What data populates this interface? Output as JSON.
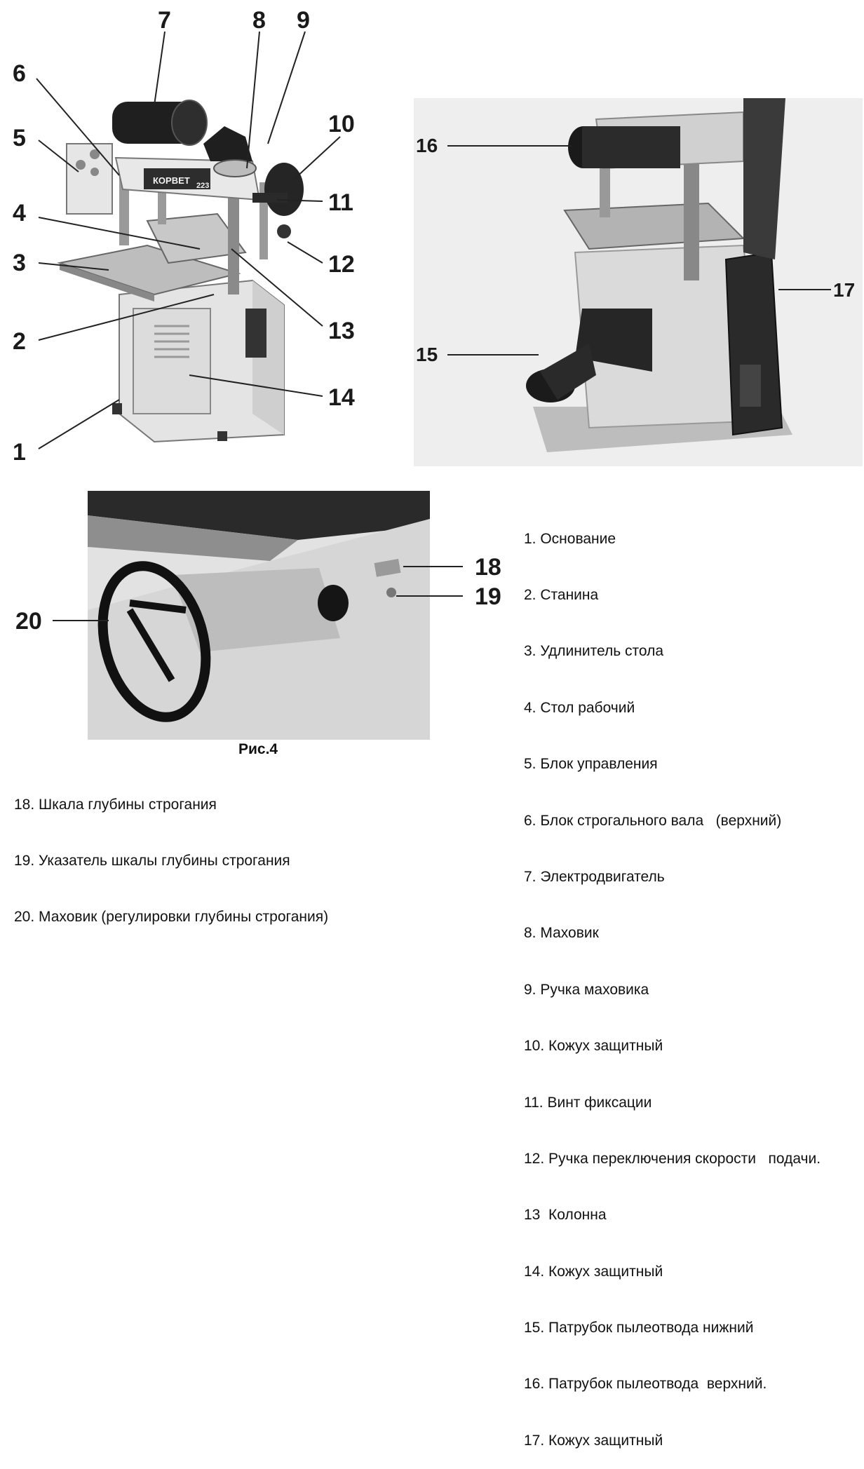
{
  "callouts": {
    "c1": "1",
    "c2": "2",
    "c3": "3",
    "c4": "4",
    "c5": "5",
    "c6": "6",
    "c7": "7",
    "c8": "8",
    "c9": "9",
    "c10": "10",
    "c11": "11",
    "c12": "12",
    "c13": "13",
    "c14": "14",
    "c15": "15",
    "c16": "16",
    "c17": "17",
    "c18": "18",
    "c19": "19",
    "c20": "20"
  },
  "nameplate": {
    "brand": "КОРВЕТ",
    "model": "223"
  },
  "figure_caption": "Рис.4",
  "legend_left": [
    "18. Шкала глубины строгания",
    "19. Указатель шкалы глубины строгания",
    "20. Маховик (регулировки глубины строгания)"
  ],
  "legend_right": [
    "1. Основание",
    "2. Станина",
    "3. Удлинитель стола",
    "4. Стол рабочий",
    "5. Блок управления",
    "6. Блок строгального вала   (верхний)",
    "7. Электродвигатель",
    "8. Маховик",
    "9. Ручка маховика",
    "10. Кожух защитный",
    "11. Винт фиксации",
    "12. Ручка переключения скорости   подачи.",
    "13  Колонна",
    "14. Кожух защитный",
    "15. Патрубок пылеотвода нижний",
    "16. Патрубок пылеотвода  верхний.",
    "17. Кожух защитный"
  ]
}
